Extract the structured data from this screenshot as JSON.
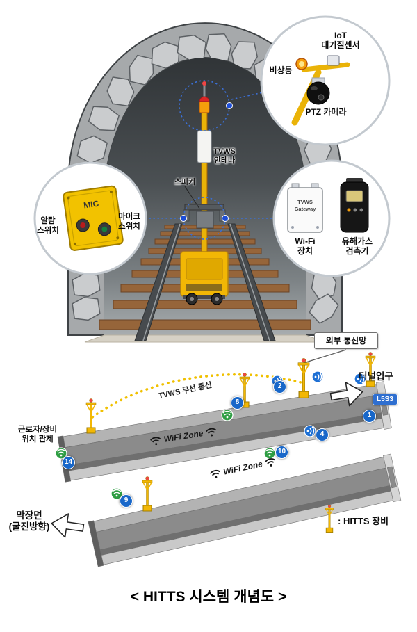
{
  "caption": "< HITTS 시스템 개념도 >",
  "tunnel": {
    "antenna_label": "TVWS\n안테나",
    "speaker_label": "스피커"
  },
  "callout_sensor": {
    "emergency_light": "비상등",
    "iot_sensor": "IoT\n대기질센서",
    "ptz_camera": "PTZ 카메라"
  },
  "callout_mic": {
    "panel_title": "MIC",
    "alarm_switch": "알람\n스위치",
    "mic_switch": "마이크\n스위치"
  },
  "callout_comm": {
    "gateway_text": "TVWS\nGateway",
    "wifi_device": "Wi-Fi\n장치",
    "gas_detector": "유해가스\n검측기"
  },
  "schematic": {
    "external_network": "외부 통신망",
    "tunnel_entrance": "터널입구",
    "l5s3": "L5S3",
    "tvws_link": "TVWS 무선 통신",
    "wifi_zone_top": "WiFi Zone",
    "wifi_zone_bottom": "WiFi Zone",
    "worker_control": "근로자/장비\n위치 관제",
    "face_direction": "막장면\n(굴진방향)",
    "legend": ": HITTS 장비",
    "nodes": [
      "14",
      "8",
      "2",
      "1",
      "9",
      "10",
      "4"
    ]
  },
  "colors": {
    "accent_yellow": "#f2b705",
    "node_blue": "#1867c9",
    "ap_green": "#2f9e44",
    "tvws_dash": "#f0c000"
  }
}
